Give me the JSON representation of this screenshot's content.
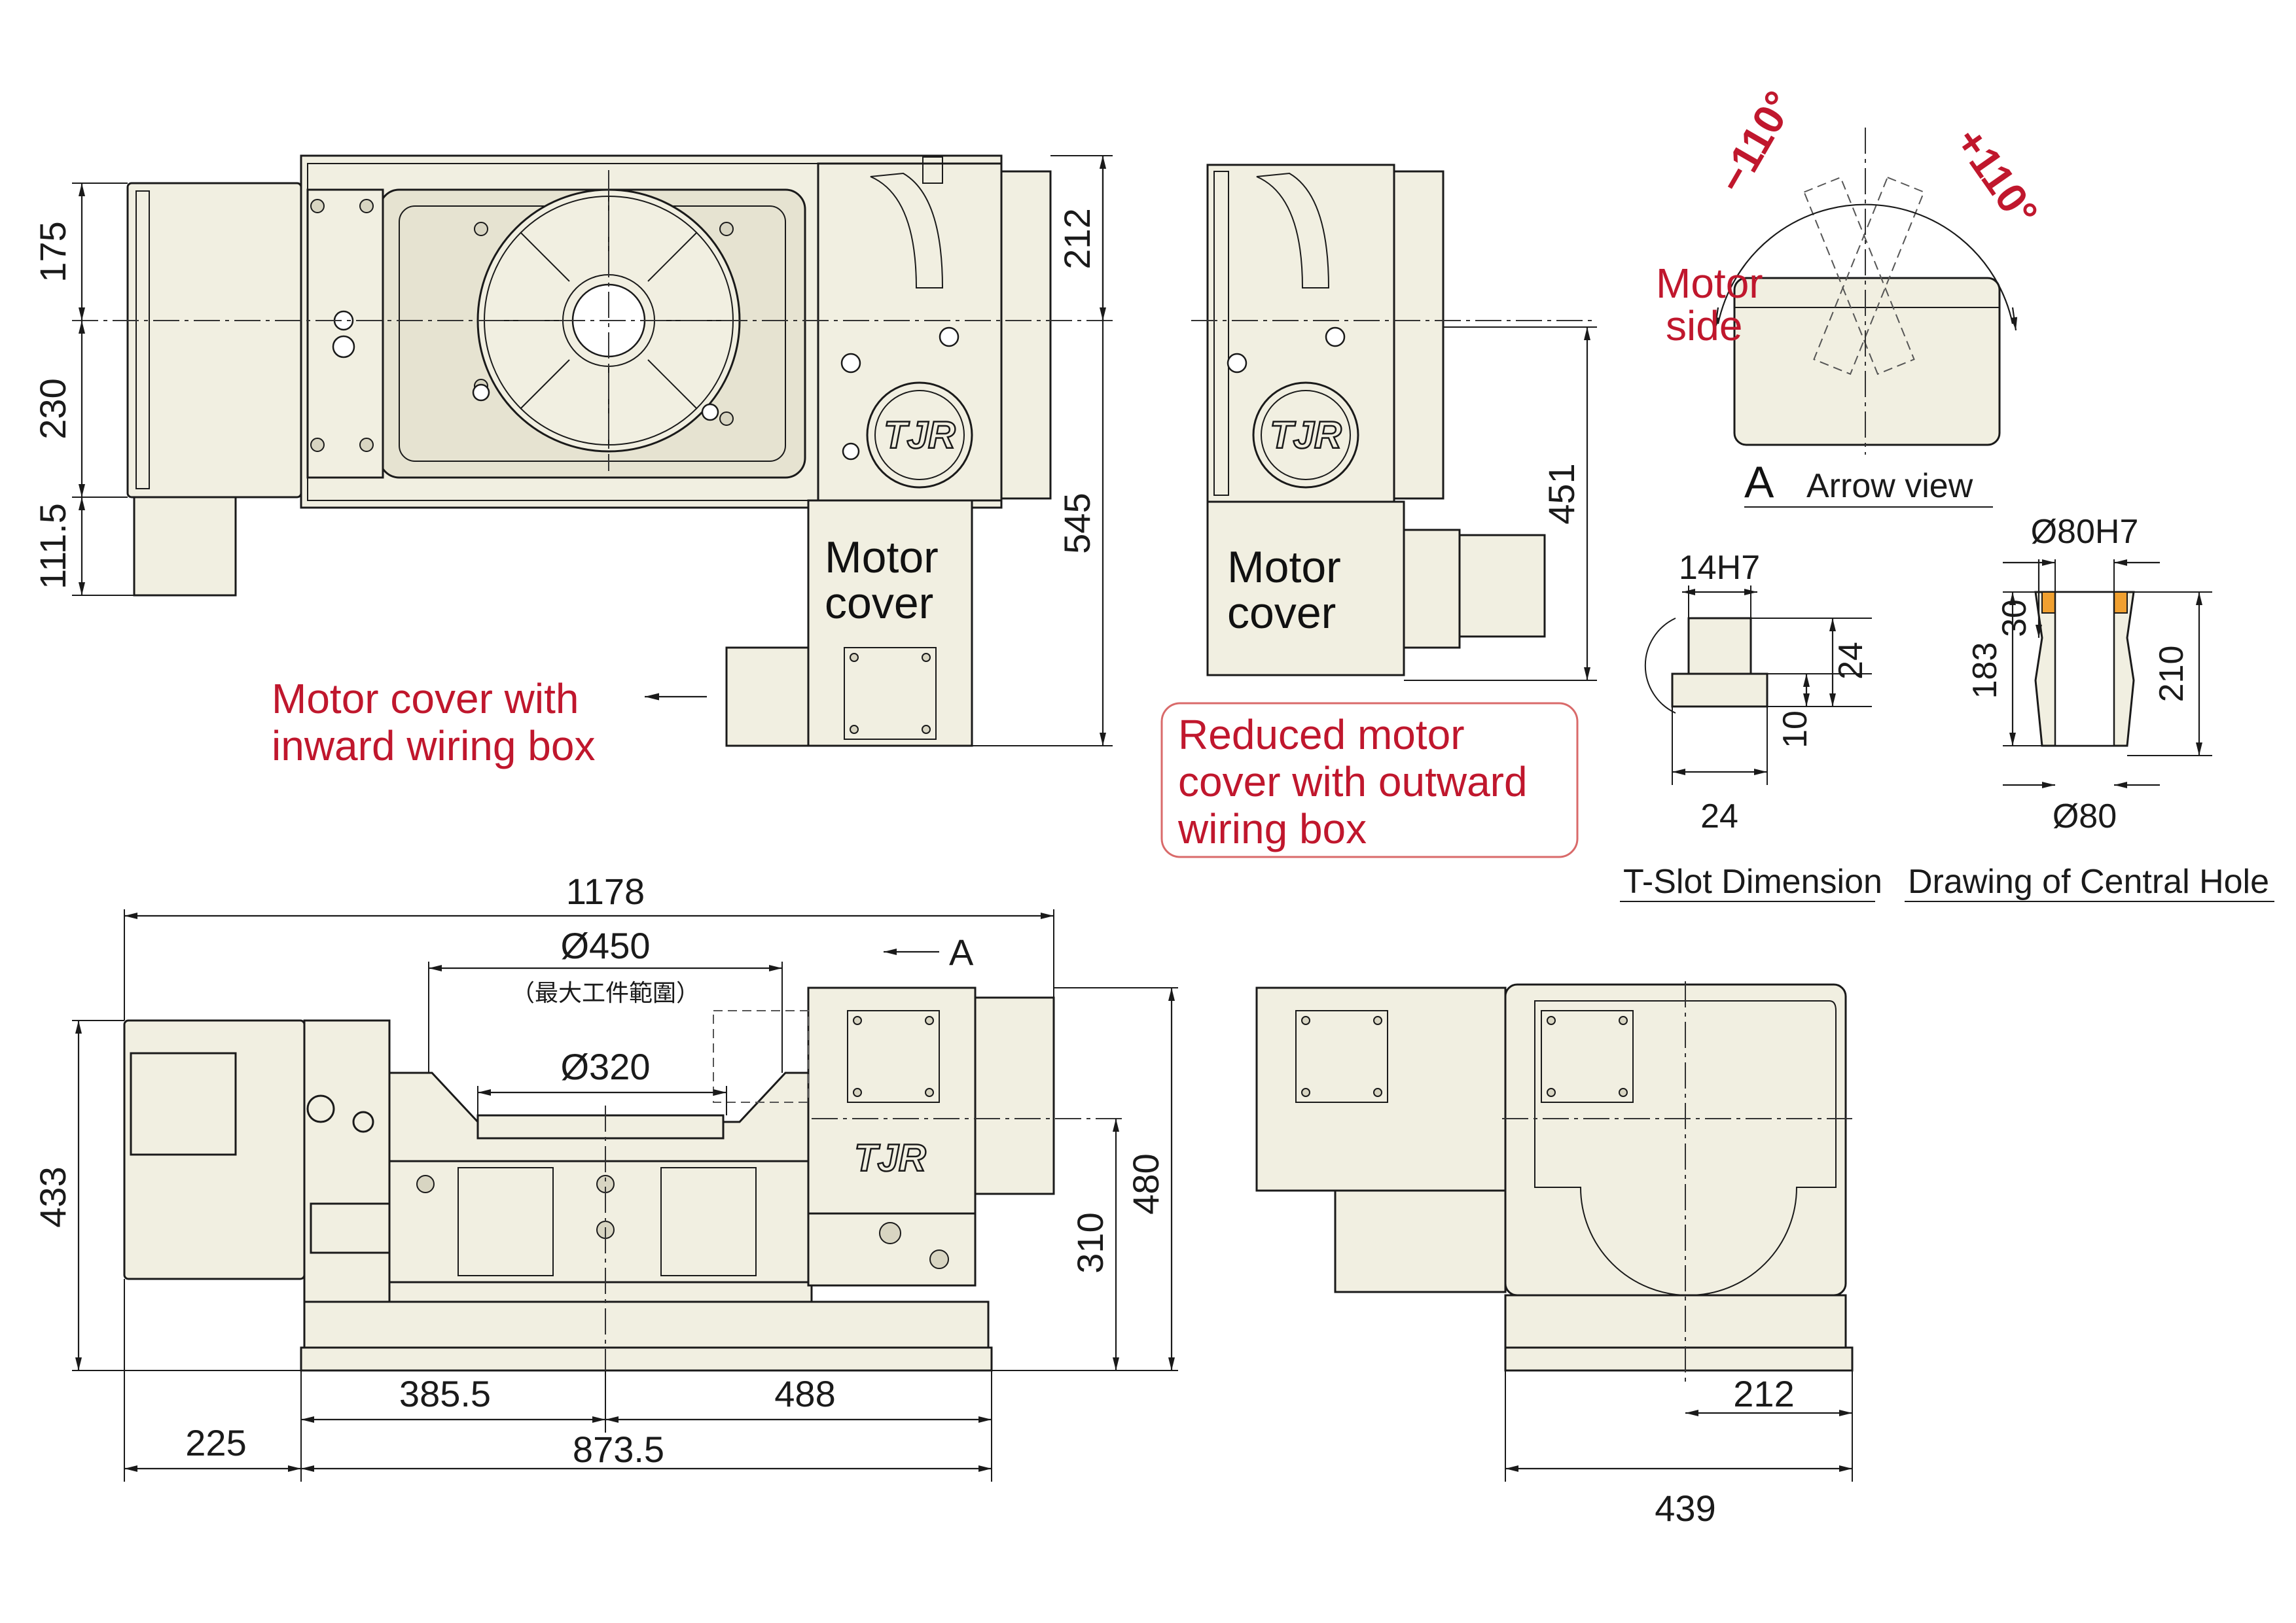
{
  "colors": {
    "body_fill": "#f1efe1",
    "line": "#1a1a1a",
    "callout_red": "#c0172d",
    "seal_orange": "#f0a030"
  },
  "brand": {
    "logo_text": "TJR"
  },
  "top_view": {
    "dims": {
      "d175": "175",
      "d230": "230",
      "d111_5": "111.5",
      "d212": "212",
      "d545": "545"
    },
    "motor_cover_label_1": "Motor",
    "motor_cover_label_2": "cover",
    "callout_line1": "Motor cover with",
    "callout_line2": "inward wiring box"
  },
  "reduced_view": {
    "dims": {
      "d451": "451"
    },
    "motor_cover_label_1": "Motor",
    "motor_cover_label_2": "cover",
    "callout_line1": "Reduced motor",
    "callout_line2": "cover with outward",
    "callout_line3": "wiring box"
  },
  "arrow_view": {
    "minus_angle": "−110°",
    "plus_angle": "+110°",
    "motor_side_1": "Motor",
    "motor_side_2": "side",
    "letter": "A",
    "caption": "Arrow view"
  },
  "t_slot": {
    "title": "T-Slot Dimension",
    "d14h7": "14H7",
    "d24_vert": "24",
    "d10": "10",
    "d24_horiz": "24"
  },
  "central_hole": {
    "title": "Drawing of Central Hole",
    "d80h7": "Ø80H7",
    "d30": "30",
    "d183": "183",
    "d210": "210",
    "d80": "Ø80"
  },
  "front_view": {
    "d1178": "1178",
    "d450": "Ø450",
    "max_workpiece_note": "（最大工件範圍）",
    "d320": "Ø320",
    "arrow_a": "A",
    "d433": "433",
    "d310": "310",
    "d480": "480",
    "d385_5": "385.5",
    "d488": "488",
    "d225": "225",
    "d873_5": "873.5"
  },
  "side_view": {
    "d212": "212",
    "d439": "439"
  }
}
